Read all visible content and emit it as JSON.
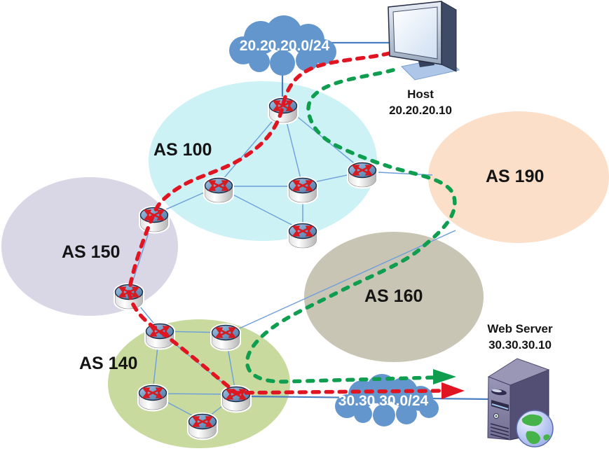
{
  "diagram": {
    "as_regions": [
      {
        "id": "as-100",
        "label": "AS 100",
        "fill": "#cdf2f6",
        "router_count": 5
      },
      {
        "id": "as-150",
        "label": "AS 150",
        "fill": "#d9d6e6",
        "router_count": 2
      },
      {
        "id": "as-140",
        "label": "AS 140",
        "fill": "#c8da9e",
        "router_count": 5
      },
      {
        "id": "as-160",
        "label": "AS 160",
        "fill": "#c9c5b4",
        "router_count": 0
      },
      {
        "id": "as-190",
        "label": "AS 190",
        "fill": "#fcdfc9",
        "router_count": 0
      }
    ],
    "clouds": [
      {
        "id": "subnet-top",
        "label": "20.20.20.0/24",
        "fill": "#6396cd"
      },
      {
        "id": "subnet-bottom",
        "label": "30.30.30.0/24",
        "fill": "#6396cd"
      }
    ],
    "endpoints": {
      "host": {
        "label": "Host",
        "ip": "20.20.20.10",
        "icon": "desktop-monitor-icon"
      },
      "web_server": {
        "label": "Web Server",
        "ip": "30.30.30.10",
        "icon": "tower-server-icon"
      }
    },
    "routes": [
      {
        "id": "red-route",
        "color": "#e11422",
        "style": "dashed"
      },
      {
        "id": "green-route",
        "color": "#0f9d4f",
        "style": "dashed"
      }
    ],
    "link_color": "#6d9eda",
    "cloud_link_color": "#4a7fc1",
    "icons": {
      "router": "cisco-router-icon",
      "cloud": "network-cloud-icon"
    },
    "router_total": 12
  }
}
